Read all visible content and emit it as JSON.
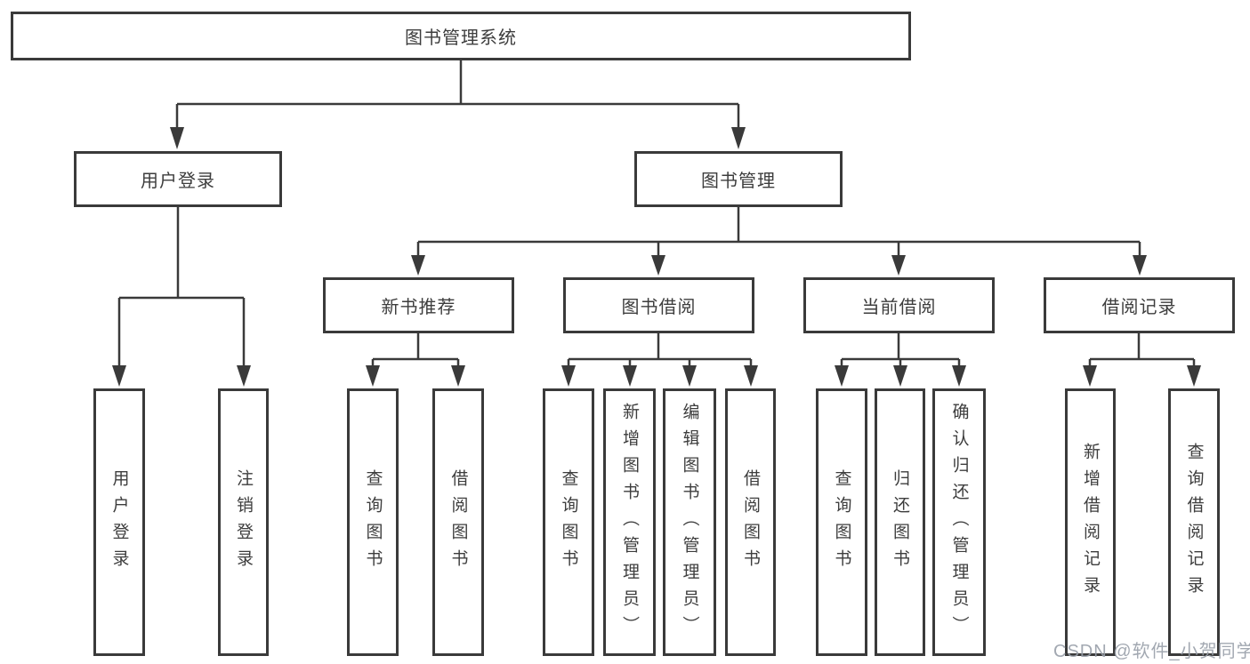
{
  "diagram": {
    "root": {
      "label": "图书管理系统"
    },
    "branches": [
      {
        "label": "用户登录",
        "children": [
          {
            "label": "用户登录"
          },
          {
            "label": "注销登录"
          }
        ]
      },
      {
        "label": "图书管理",
        "children": [
          {
            "label": "新书推荐",
            "children": [
              {
                "label": "查询图书"
              },
              {
                "label": "借阅图书"
              }
            ]
          },
          {
            "label": "图书借阅",
            "children": [
              {
                "label": "查询图书"
              },
              {
                "label": "新增图书（管理员）"
              },
              {
                "label": "编辑图书（管理员）"
              },
              {
                "label": "借阅图书"
              }
            ]
          },
          {
            "label": "当前借阅",
            "children": [
              {
                "label": "查询图书"
              },
              {
                "label": "归还图书"
              },
              {
                "label": "确认归还（管理员）"
              }
            ]
          },
          {
            "label": "借阅记录",
            "children": [
              {
                "label": "新增借阅记录"
              },
              {
                "label": "查询借阅记录"
              }
            ]
          }
        ]
      }
    ]
  },
  "watermark": {
    "text": "CSDN @软件_小贺同学"
  },
  "colors": {
    "line": "#3a3a3a",
    "text": "#3d3d3d",
    "box_background": "#ffffff",
    "watermark": "#989ea8",
    "background": "#ffffff"
  }
}
